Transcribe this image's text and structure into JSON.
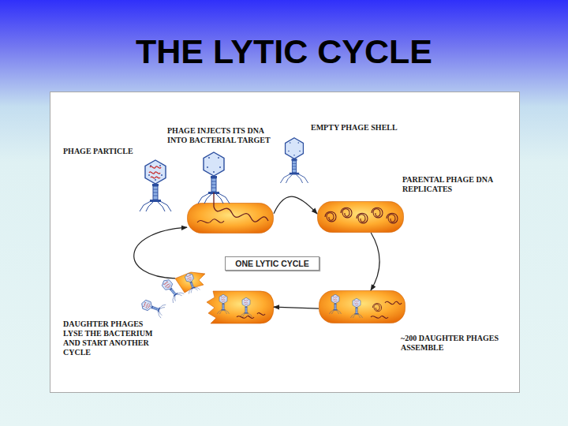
{
  "diagram": {
    "title": "THE LYTIC CYCLE",
    "nodes": [
      {
        "text": [
          "PHAGE INJECTS ITS DNA INTO BACTERIAL TARGET"
        ]
      },
      {
        "text": [
          "PARENTAL PHAGE DNA REPLICATES"
        ]
      },
      {
        "text": [
          "ONE LYTIC CYCLE"
        ]
      },
      {
        "text": [
          "~200 DAUGHTER PHAGES ASSEMBLE"
        ]
      },
      {
        "text": [
          "DAUGHTER PHAGES LYSE THE BACTERIUM AND START ANOTHER CYCLE"
        ]
      }
    ],
    "edges": [
      {
        "from": 0,
        "to": 1,
        "arrow": "to"
      },
      {
        "from": 1,
        "to": 3,
        "arrow": "to"
      },
      {
        "from": 3,
        "to": 4,
        "arrow": "to"
      },
      {
        "from": 4,
        "to": 0,
        "arrow": "to"
      }
    ],
    "labels": [
      "PHAGE PARTICLE",
      "EMPTY PHAGE SHELL"
    ]
  }
}
